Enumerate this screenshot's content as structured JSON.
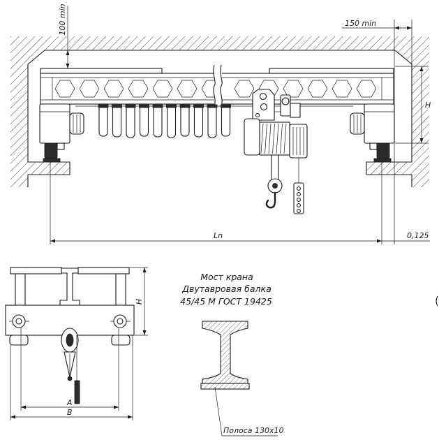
{
  "top_view": {
    "dim_ceiling_clearance": "100 min",
    "dim_wall_clearance": "150 min",
    "dim_height": "H",
    "dim_span": "Ln",
    "dim_rail_offset": "0,125"
  },
  "side_view": {
    "dim_height": "H",
    "dim_a": "A",
    "dim_b": "B"
  },
  "section": {
    "title": "Мост крана",
    "beam_type": "Двутавровая балка",
    "beam_standard": "45/45 М ГОСТ 19425",
    "strip_callout": "Полоса 130x10"
  }
}
